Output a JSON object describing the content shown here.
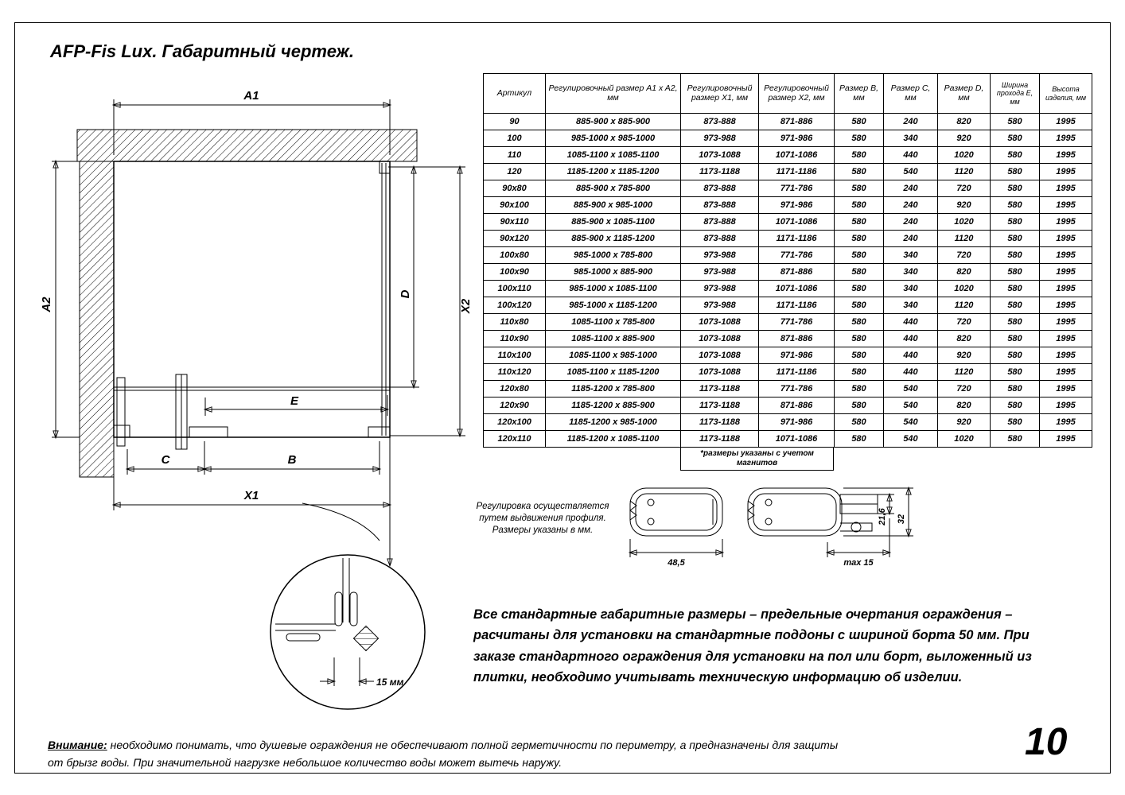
{
  "page": {
    "title": "AFP-Fis Lux. Габаритный чертеж.",
    "page_number": "10"
  },
  "drawing": {
    "labels": {
      "a1": "A1",
      "a2": "A2",
      "x1": "X1",
      "x2": "X2",
      "b": "B",
      "c": "C",
      "d": "D",
      "e": "E",
      "detail_dim": "15 мм"
    },
    "adjust_note": "Регулировка осуществляется\nпутем выдвижения профиля.\nРазмеры указаны в мм.",
    "profile_dims": {
      "width": "48,5",
      "inner_height": "21,6",
      "outer_height": "32",
      "max": "max 15"
    }
  },
  "table": {
    "headers": [
      "Артикул",
      "Регулировочный размер A1 x A2, мм",
      "Регулировочный размер X1, мм",
      "Регулировочный размер X2, мм",
      "Размер B, мм",
      "Размер C, мм",
      "Размер D, мм",
      "Ширина прохода E, мм",
      "Высота изделия, мм"
    ],
    "rows": [
      [
        "90",
        "885-900 x 885-900",
        "873-888",
        "871-886",
        "580",
        "240",
        "820",
        "580",
        "1995"
      ],
      [
        "100",
        "985-1000 x 985-1000",
        "973-988",
        "971-986",
        "580",
        "340",
        "920",
        "580",
        "1995"
      ],
      [
        "110",
        "1085-1100 x 1085-1100",
        "1073-1088",
        "1071-1086",
        "580",
        "440",
        "1020",
        "580",
        "1995"
      ],
      [
        "120",
        "1185-1200 x 1185-1200",
        "1173-1188",
        "1171-1186",
        "580",
        "540",
        "1120",
        "580",
        "1995"
      ],
      [
        "90x80",
        "885-900 x 785-800",
        "873-888",
        "771-786",
        "580",
        "240",
        "720",
        "580",
        "1995"
      ],
      [
        "90x100",
        "885-900 x 985-1000",
        "873-888",
        "971-986",
        "580",
        "240",
        "920",
        "580",
        "1995"
      ],
      [
        "90x110",
        "885-900 x 1085-1100",
        "873-888",
        "1071-1086",
        "580",
        "240",
        "1020",
        "580",
        "1995"
      ],
      [
        "90x120",
        "885-900 x 1185-1200",
        "873-888",
        "1171-1186",
        "580",
        "240",
        "1120",
        "580",
        "1995"
      ],
      [
        "100x80",
        "985-1000 x 785-800",
        "973-988",
        "771-786",
        "580",
        "340",
        "720",
        "580",
        "1995"
      ],
      [
        "100x90",
        "985-1000 x 885-900",
        "973-988",
        "871-886",
        "580",
        "340",
        "820",
        "580",
        "1995"
      ],
      [
        "100x110",
        "985-1000 x 1085-1100",
        "973-988",
        "1071-1086",
        "580",
        "340",
        "1020",
        "580",
        "1995"
      ],
      [
        "100x120",
        "985-1000 x 1185-1200",
        "973-988",
        "1171-1186",
        "580",
        "340",
        "1120",
        "580",
        "1995"
      ],
      [
        "110x80",
        "1085-1100 x 785-800",
        "1073-1088",
        "771-786",
        "580",
        "440",
        "720",
        "580",
        "1995"
      ],
      [
        "110x90",
        "1085-1100 x 885-900",
        "1073-1088",
        "871-886",
        "580",
        "440",
        "820",
        "580",
        "1995"
      ],
      [
        "110x100",
        "1085-1100 x 985-1000",
        "1073-1088",
        "971-986",
        "580",
        "440",
        "920",
        "580",
        "1995"
      ],
      [
        "110x120",
        "1085-1100 x 1185-1200",
        "1073-1088",
        "1171-1186",
        "580",
        "440",
        "1120",
        "580",
        "1995"
      ],
      [
        "120x80",
        "1185-1200 x 785-800",
        "1173-1188",
        "771-786",
        "580",
        "540",
        "720",
        "580",
        "1995"
      ],
      [
        "120x90",
        "1185-1200 x 885-900",
        "1173-1188",
        "871-886",
        "580",
        "540",
        "820",
        "580",
        "1995"
      ],
      [
        "120x100",
        "1185-1200 x 985-1000",
        "1173-1188",
        "971-986",
        "580",
        "540",
        "920",
        "580",
        "1995"
      ],
      [
        "120x110",
        "1185-1200 x 1085-1100",
        "1173-1188",
        "1071-1086",
        "580",
        "540",
        "1020",
        "580",
        "1995"
      ]
    ],
    "footnote": "*размеры указаны с учетом магнитов"
  },
  "notes": {
    "body_text": "Все стандартные габаритные размеры – предельные очертания ограждения – расчитаны для установки на стандартные поддоны с шириной борта 50 мм. При заказе стандартного ограждения для установки на пол или борт, выложенный из плитки, необходимо учитывать техническую информацию об изделии.",
    "attention_label": "Внимание:",
    "attention_text": " необходимо понимать, что душевые ограждения не обеспечивают полной герметичности по периметру, а предназначены для защиты от брызг воды. При значительной нагрузке небольшое количество воды может вытечь наружу."
  }
}
